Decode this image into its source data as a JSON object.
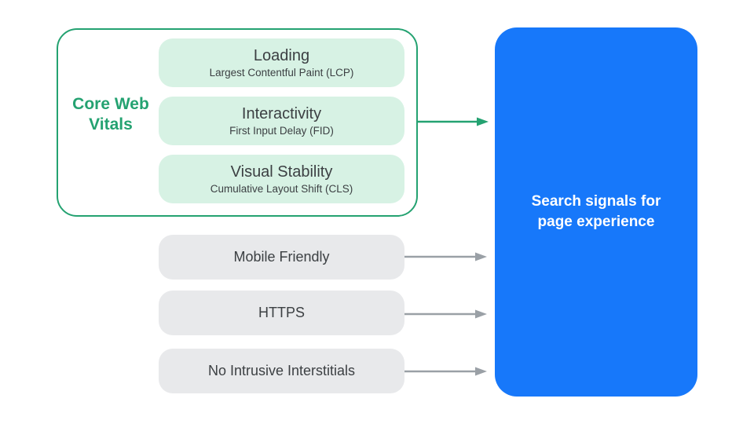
{
  "core_web_vitals": {
    "label": "Core Web Vitals",
    "items": [
      {
        "title": "Loading",
        "subtitle": "Largest Contentful Paint (LCP)"
      },
      {
        "title": "Interactivity",
        "subtitle": "First Input Delay (FID)"
      },
      {
        "title": "Visual Stability",
        "subtitle": "Cumulative Layout Shift (CLS)"
      }
    ]
  },
  "other_signals": [
    {
      "label": "Mobile Friendly"
    },
    {
      "label": "HTTPS"
    },
    {
      "label": "No Intrusive Interstitials"
    }
  ],
  "result": {
    "label": "Search signals for page experience"
  },
  "colors": {
    "accent_green": "#24a271",
    "mint_fill": "#d7f2e4",
    "gray_fill": "#e8e9eb",
    "arrow_gray": "#9aa0a6",
    "result_blue": "#1778fa",
    "text_dark": "#3c4043",
    "text_light": "#ffffff"
  }
}
